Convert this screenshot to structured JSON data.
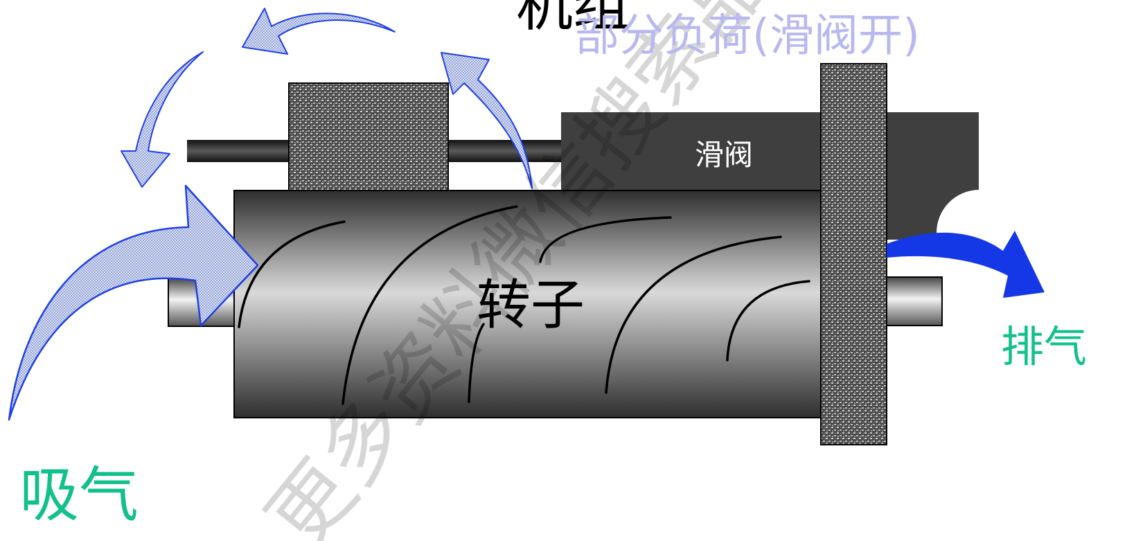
{
  "diagram": {
    "title": "机组",
    "subtitle": "部分负荷(滑阀开)",
    "slide_valve_label": "滑阀",
    "rotor_label": "转子",
    "discharge_label": "排气",
    "suction_label": "吸气",
    "watermark": "更多资料微信搜索晶辰"
  },
  "colors": {
    "arrow_fill": "#c8d4f4",
    "arrow_outline": "#1f3fe6",
    "discharge_arrow": "#1538e6",
    "label_green": "#12c08c",
    "subtitle": "#b8b8f0",
    "slide_valve": "#3f3f3f"
  },
  "icons": [
    "recirculation-arrow",
    "suction-arrow",
    "discharge-arrow"
  ]
}
